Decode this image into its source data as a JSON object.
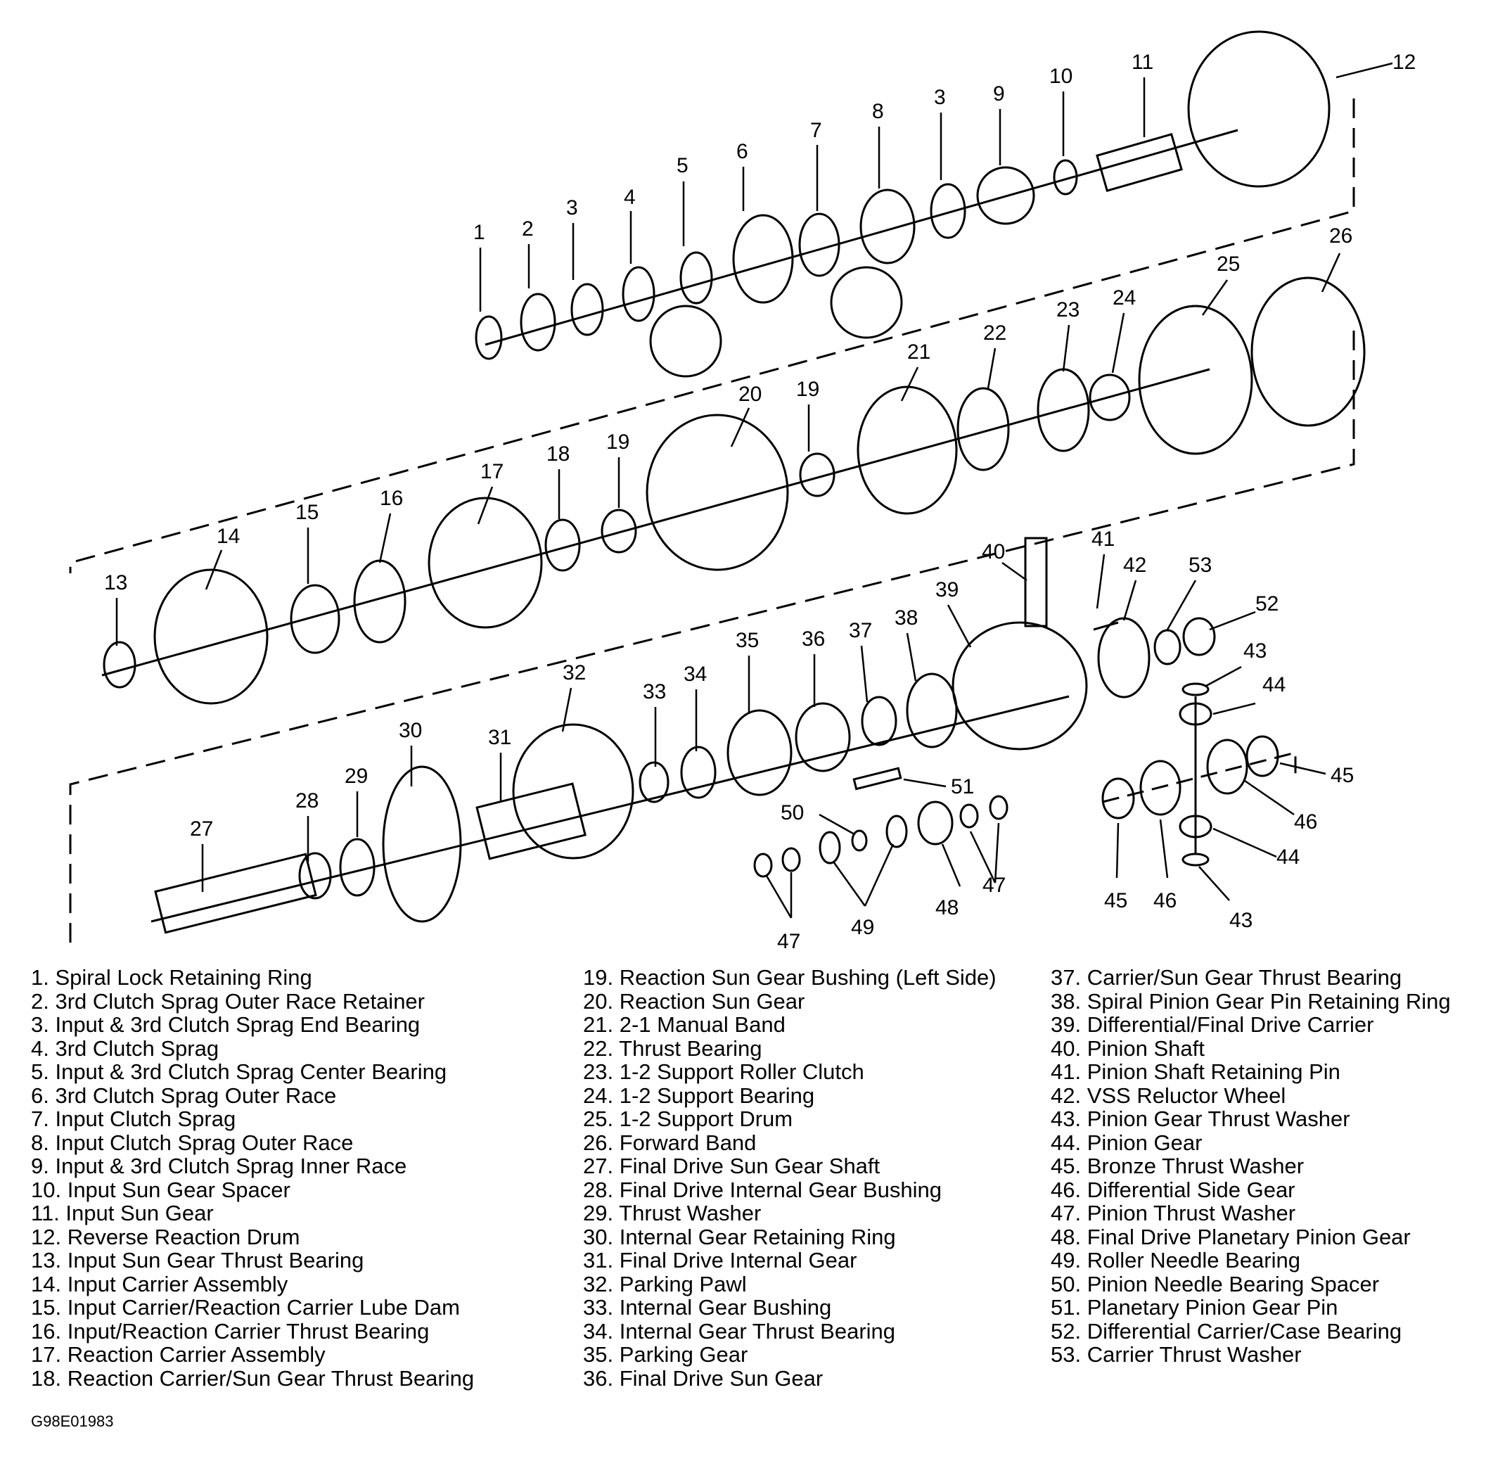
{
  "callouts": [
    "1",
    "2",
    "3",
    "4",
    "5",
    "6",
    "7",
    "8",
    "3",
    "9",
    "10",
    "11",
    "12",
    "13",
    "14",
    "15",
    "16",
    "17",
    "18",
    "19",
    "20",
    "19",
    "21",
    "22",
    "23",
    "24",
    "25",
    "26",
    "27",
    "28",
    "29",
    "30",
    "31",
    "32",
    "33",
    "34",
    "35",
    "36",
    "37",
    "38",
    "39",
    "40",
    "41",
    "42",
    "53",
    "52",
    "43",
    "44",
    "45",
    "46",
    "44",
    "43",
    "46",
    "45",
    "47",
    "48",
    "49",
    "50",
    "47",
    "51"
  ],
  "legend": {
    "col1": [
      "1. Spiral Lock Retaining Ring",
      "2. 3rd Clutch Sprag Outer Race Retainer",
      "3. Input & 3rd Clutch Sprag End Bearing",
      "4. 3rd Clutch Sprag",
      "5. Input & 3rd Clutch Sprag Center Bearing",
      "6. 3rd Clutch Sprag Outer Race",
      "7. Input Clutch Sprag",
      "8. Input Clutch Sprag Outer Race",
      "9. Input & 3rd Clutch Sprag Inner Race",
      "10. Input Sun Gear Spacer",
      "11. Input Sun Gear",
      "12. Reverse Reaction Drum",
      "13. Input Sun Gear Thrust Bearing",
      "14. Input Carrier Assembly",
      "15. Input Carrier/Reaction Carrier Lube Dam",
      "16. Input/Reaction Carrier Thrust Bearing",
      "17. Reaction Carrier Assembly",
      "18. Reaction Carrier/Sun Gear Thrust Bearing"
    ],
    "col2": [
      "19. Reaction Sun Gear Bushing (Left Side)",
      "20. Reaction Sun Gear",
      "21. 2-1 Manual Band",
      "22. Thrust Bearing",
      "23. 1-2 Support Roller Clutch",
      "24. 1-2 Support Bearing",
      "25. 1-2 Support Drum",
      "26. Forward Band",
      "27. Final Drive Sun Gear Shaft",
      "28. Final Drive Internal Gear Bushing",
      "29. Thrust Washer",
      "30. Internal Gear Retaining Ring",
      "31. Final Drive Internal Gear",
      "32. Parking Pawl",
      "33. Internal Gear Bushing",
      "34. Internal Gear Thrust Bearing",
      "35. Parking Gear",
      "36. Final Drive Sun Gear"
    ],
    "col3": [
      "37. Carrier/Sun Gear Thrust Bearing",
      "38. Spiral Pinion Gear Pin Retaining Ring",
      "39. Differential/Final Drive Carrier",
      "40. Pinion Shaft",
      "41. Pinion Shaft Retaining Pin",
      "42. VSS Reluctor Wheel",
      "43. Pinion Gear Thrust Washer",
      "44. Pinion Gear",
      "45. Bronze Thrust Washer",
      "46. Differential Side Gear",
      "47. Pinion Thrust Washer",
      "48. Final Drive Planetary Pinion Gear",
      "49. Roller Needle Bearing",
      "50. Pinion Needle Bearing Spacer",
      "51. Planetary Pinion Gear Pin",
      "52. Differential Carrier/Case Bearing",
      "53. Carrier Thrust Washer"
    ]
  },
  "figure_code": "G98E01983"
}
